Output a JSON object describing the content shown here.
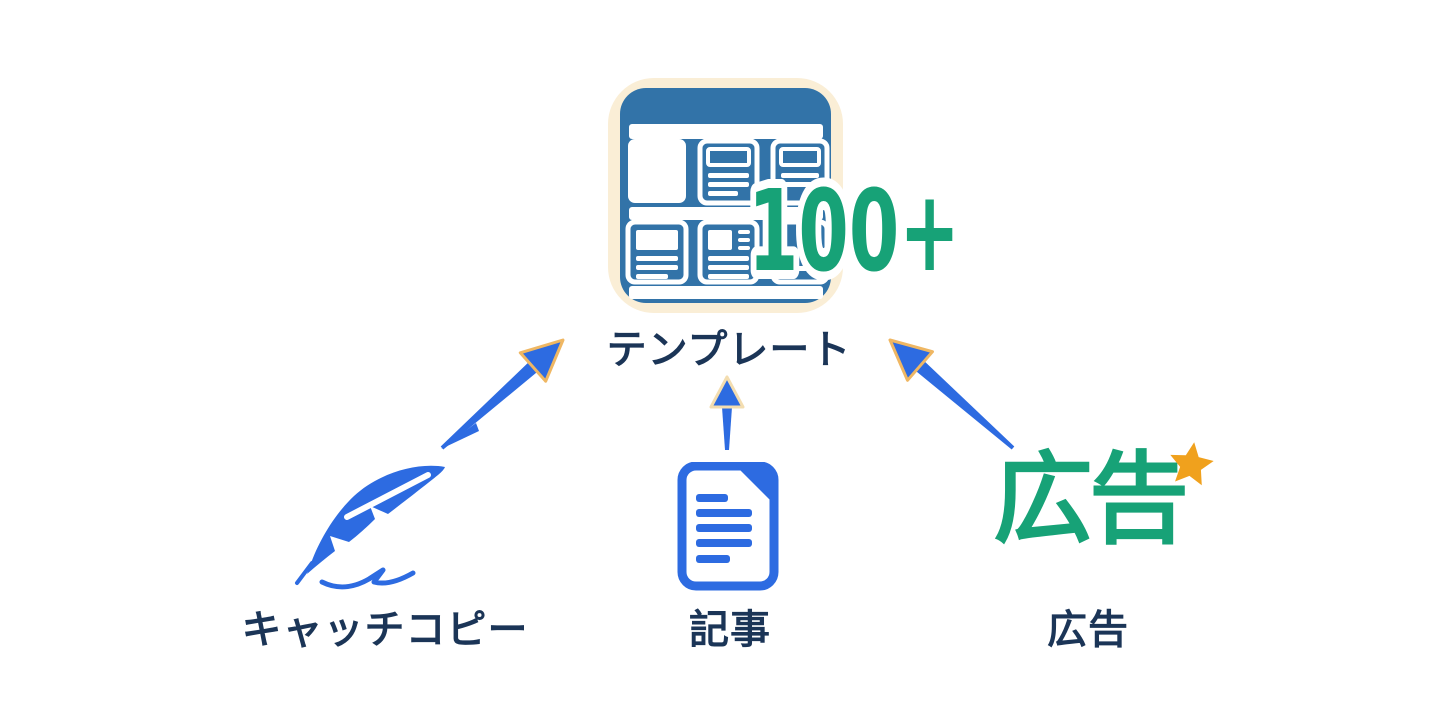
{
  "template": {
    "badge": "100+",
    "label": "テンプレート",
    "icon": "template-grid-icon"
  },
  "sources": [
    {
      "label": "キャッチコピー",
      "icon": "quill-feather-icon"
    },
    {
      "label": "記事",
      "icon": "article-document-icon"
    },
    {
      "label": "広告",
      "display_text": "広告",
      "icon": "ad-text-star-icon"
    }
  ],
  "colors": {
    "bg": "#ffffff",
    "template_blue": "#3273a8",
    "cream": "#faeed6",
    "green": "#17a277",
    "royal_blue": "#2d6be1",
    "navy": "#1b3557",
    "star_orange": "#f0a11d",
    "arrow_gold": "#efb763",
    "arrow_gold_light": "#f3ddb0"
  }
}
